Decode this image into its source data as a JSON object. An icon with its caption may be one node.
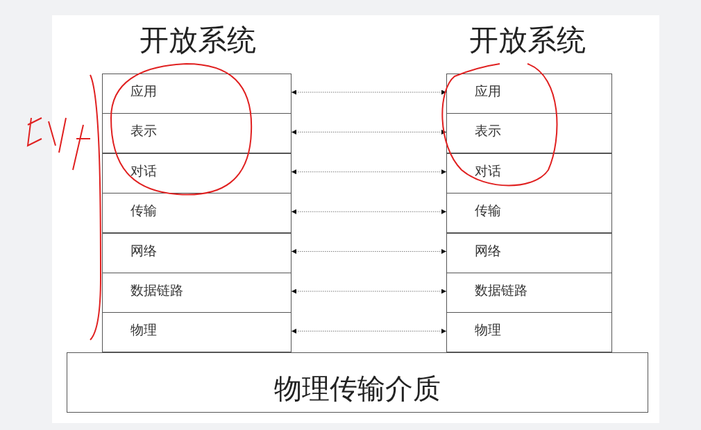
{
  "diagram": {
    "nodes": [
      {
        "text": [
          "开放系统"
        ]
      },
      {
        "text": [
          "应用"
        ],
        "in": 0
      },
      {
        "text": [
          "表示"
        ],
        "in": 0
      },
      {
        "text": [
          "对话"
        ],
        "in": 0
      },
      {
        "text": [
          "传输"
        ],
        "in": 0
      },
      {
        "text": [
          "网络"
        ],
        "in": 0
      },
      {
        "text": [
          "数据链路"
        ],
        "in": 0
      },
      {
        "text": [
          "物理"
        ],
        "in": 0
      },
      {
        "text": [
          "开放系统"
        ]
      },
      {
        "text": [
          "应用"
        ],
        "in": 8
      },
      {
        "text": [
          "表示"
        ],
        "in": 8
      },
      {
        "text": [
          "对话"
        ],
        "in": 8
      },
      {
        "text": [
          "传输"
        ],
        "in": 8
      },
      {
        "text": [
          "网络"
        ],
        "in": 8
      },
      {
        "text": [
          "数据链路"
        ],
        "in": 8
      },
      {
        "text": [
          "物理"
        ],
        "in": 8
      },
      {
        "text": [
          "物理传输介质"
        ]
      }
    ],
    "edges": [
      {
        "from": 1,
        "to": 9,
        "arrow": "both"
      },
      {
        "from": 2,
        "to": 10,
        "arrow": "both"
      },
      {
        "from": 3,
        "to": 11,
        "arrow": "both"
      },
      {
        "from": 4,
        "to": 12,
        "arrow": "both"
      },
      {
        "from": 5,
        "to": 13,
        "arrow": "both"
      },
      {
        "from": 6,
        "to": 14,
        "arrow": "both"
      },
      {
        "from": 7,
        "to": 15,
        "arrow": "both"
      }
    ]
  }
}
